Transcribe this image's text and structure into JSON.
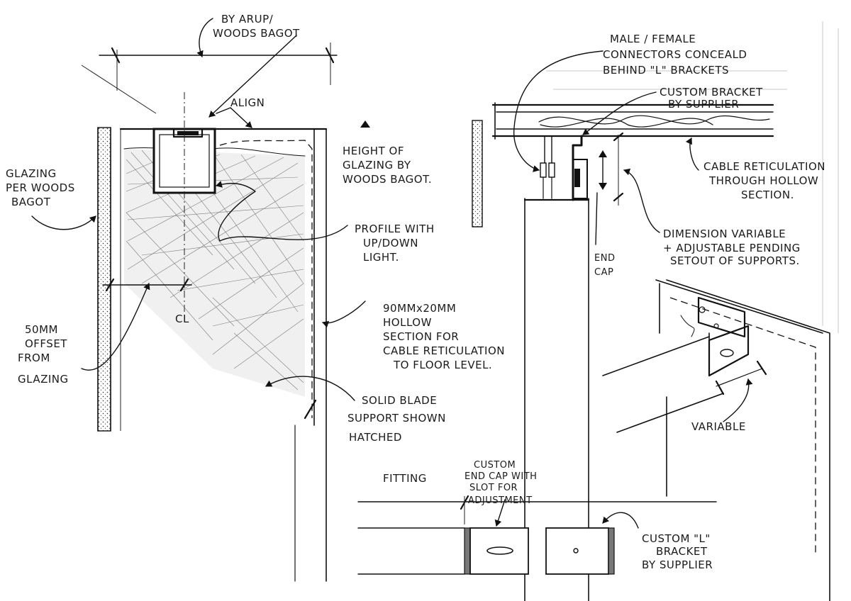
{
  "labels": {
    "by_arup": [
      "BY ARUP/",
      "WOODS BAGOT"
    ],
    "align": "ALIGN",
    "height_glazing": [
      "HEIGHT OF",
      "GLAZING BY",
      "WOODS BAGOT."
    ],
    "glazing": [
      "GLAZING",
      "PER WOODS",
      "BAGOT"
    ],
    "profile": [
      "PROFILE WITH",
      "UP/DOWN",
      "LIGHT."
    ],
    "centerline": "CL",
    "offset": [
      "50MM",
      "OFFSET",
      "FROM",
      "GLAZING"
    ],
    "hollow": [
      "90MMx20MM",
      "HOLLOW",
      "SECTION FOR",
      "CABLE RETICULATION",
      "TO FLOOR LEVEL."
    ],
    "solid_blade": [
      "SOLID BLADE",
      "SUPPORT SHOWN",
      "HATCHED"
    ],
    "male_female": [
      "MALE / FEMALE",
      "CONNECTORS CONCEALD",
      "BEHIND \"L\" BRACKETS"
    ],
    "custom_bracket": [
      "CUSTOM BRACKET",
      "BY SUPPLIER"
    ],
    "cable": [
      "CABLE RETICULATION",
      "THROUGH HOLLOW",
      "SECTION."
    ],
    "dimension": [
      "DIMENSION VARIABLE",
      "+ ADJUSTABLE PENDING",
      "SETOUT OF SUPPORTS."
    ],
    "end_cap": [
      "END",
      "CAP"
    ],
    "variable": "VARIABLE",
    "fitting": "FITTING",
    "custom_end_cap": [
      "CUSTOM",
      "END CAP WITH",
      "SLOT FOR",
      "ADJUSTMENT"
    ],
    "custom_l": [
      "CUSTOM \"L\"",
      "BRACKET",
      "BY SUPPLIER"
    ]
  }
}
